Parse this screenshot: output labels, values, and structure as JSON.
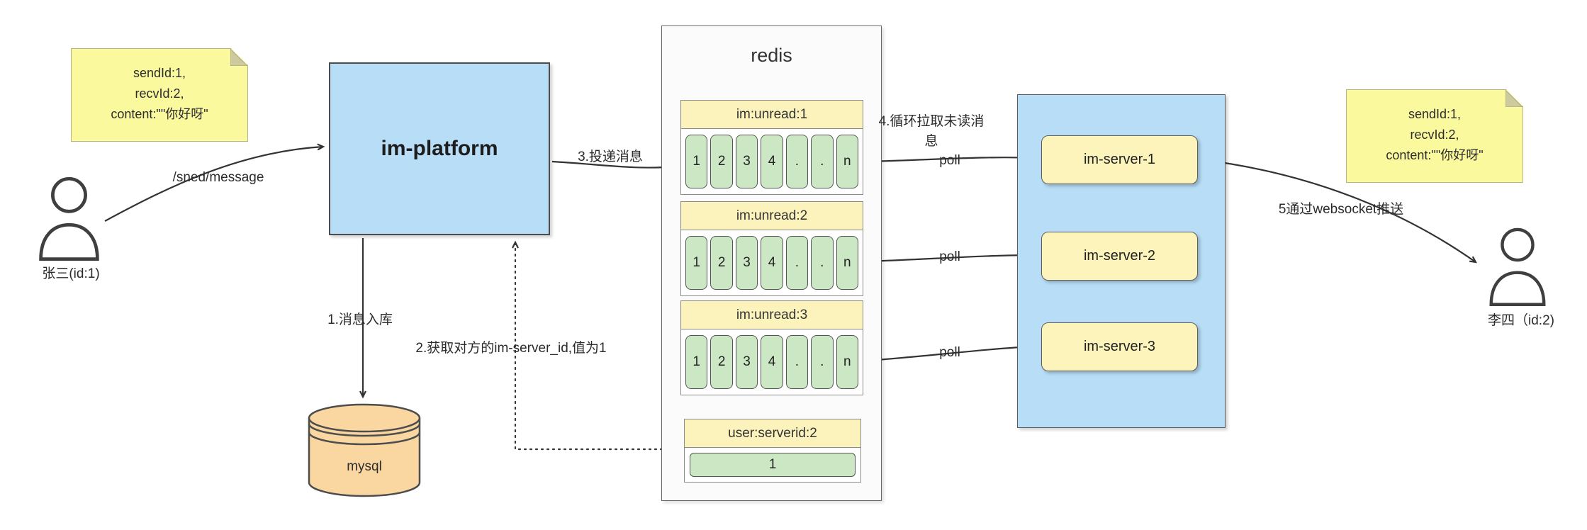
{
  "sticky_left": {
    "lines": [
      "sendId:1,",
      "recvId:2,",
      "content:\"\"你好呀\""
    ]
  },
  "sticky_right": {
    "lines": [
      "sendId:1,",
      "recvId:2,",
      "content:\"\"你好呀\""
    ]
  },
  "actors": {
    "sender": {
      "label": "张三(id:1)"
    },
    "receiver": {
      "label": "李四（id:2)"
    }
  },
  "platform": {
    "label": "im-platform"
  },
  "database": {
    "label": "mysql"
  },
  "redis": {
    "title": "redis",
    "queues": [
      {
        "title": "im:unread:1",
        "cells": [
          "1",
          "2",
          "3",
          "4",
          ".",
          ".",
          "n"
        ]
      },
      {
        "title": "im:unread:2",
        "cells": [
          "1",
          "2",
          "3",
          "4",
          ".",
          ".",
          "n"
        ]
      },
      {
        "title": "im:unread:3",
        "cells": [
          "1",
          "2",
          "3",
          "4",
          ".",
          ".",
          "n"
        ]
      }
    ],
    "mapping": {
      "title": "user:serverid:2",
      "value": "1"
    }
  },
  "servers": {
    "items": [
      {
        "label": "im-server-1"
      },
      {
        "label": "im-server-2"
      },
      {
        "label": "im-server-3"
      }
    ]
  },
  "labels": {
    "send_message": "/sned/message",
    "step1": "1.消息入库",
    "step2": "2.获取对方的im-server_id,值为1",
    "step3": "3.投递消息",
    "step4": "4.循环拉取未读消息",
    "step5": "5通过websocket推送",
    "poll": "poll"
  },
  "colors": {
    "platform_fill": "#b8ddf6",
    "server_container_fill": "#b8ddf6",
    "server_box_fill": "#fcf4bb",
    "queue_header_fill": "#fbf3bb",
    "cell_fill": "#cbe7c4",
    "note_fill": "#fbf99e",
    "mysql_fill": "#fad7a1",
    "arrow": "#333333"
  }
}
